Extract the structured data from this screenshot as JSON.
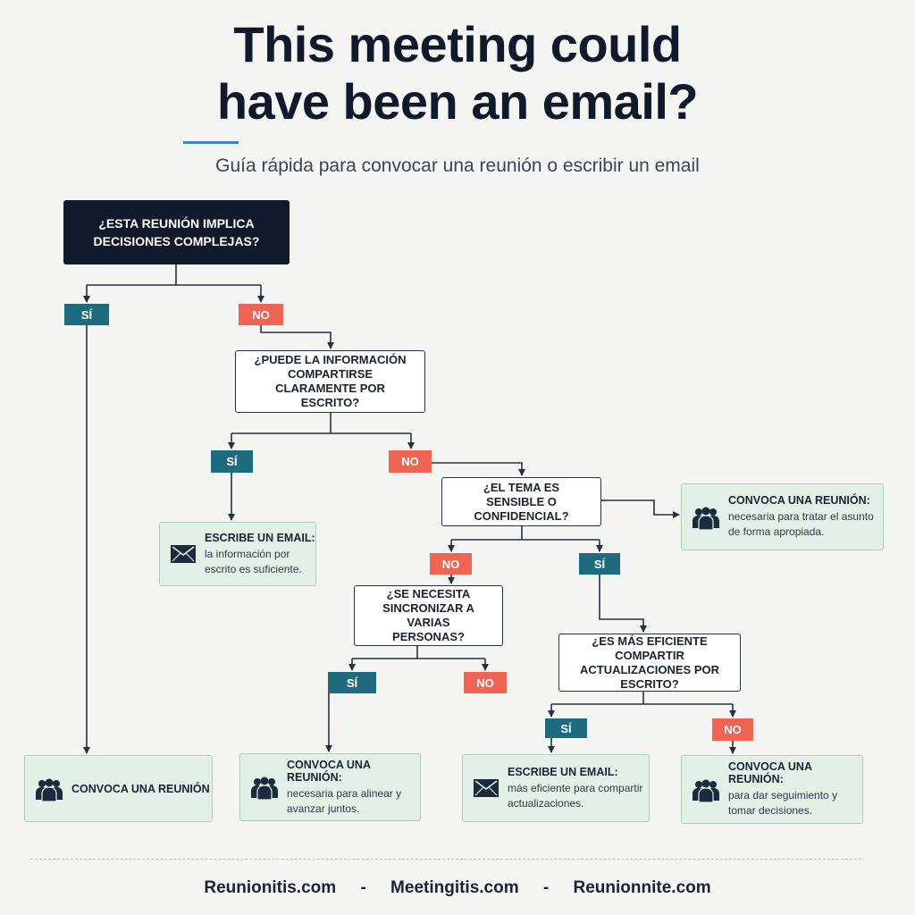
{
  "title": {
    "line1": "This meeting could",
    "line2": "have been an email?"
  },
  "subtitle": "Guía rápida para convocar una reunión o escribir un email",
  "nodes": {
    "q1": "¿ESTA REUNIÓN IMPLICA DECISIONES COMPLEJAS?",
    "q2": "¿PUEDE LA INFORMACIÓN COMPARTIRSE CLARAMENTE POR ESCRITO?",
    "q3": "¿EL TEMA ES SENSIBLE O CONFIDENCIAL?",
    "q4": "¿SE NECESITA SINCRONIZAR A VARIAS PERSONAS?",
    "q5": "¿ES MÁS EFICIENTE COMPARTIR ACTUALIZACIONES POR ESCRITO?"
  },
  "labels": {
    "yes": "SÍ",
    "no": "NO"
  },
  "results": {
    "r_sensitive": {
      "head": "CONVOCA UNA REUNIÓN:",
      "desc": "necesaria para tratar el asunto de forma apropiada.",
      "icon": "people-icon"
    },
    "r_email_written": {
      "head": "ESCRIBE UN EMAIL:",
      "desc": "la información por escrito es suficiente.",
      "icon": "envelope-icon"
    },
    "r_meeting_complex": {
      "head": "CONVOCA UNA REUNIÓN",
      "desc": "",
      "icon": "people-icon"
    },
    "r_meeting_sync": {
      "head": "CONVOCA UNA REUNIÓN:",
      "desc": "necesaria para alinear y avanzar juntos.",
      "icon": "people-icon"
    },
    "r_email_updates": {
      "head": "ESCRIBE UN EMAIL:",
      "desc": "más eficiente para compartir actualizaciones.",
      "icon": "envelope-icon"
    },
    "r_meeting_followup": {
      "head": "CONVOCA UNA REUNIÓN:",
      "desc": "para dar seguimiento y tomar decisiones.",
      "icon": "people-icon"
    }
  },
  "footer": {
    "site1": "Reunionitis.com",
    "site2": "Meetingitis.com",
    "site3": "Reunionnite.com",
    "separator": "-"
  },
  "colors": {
    "yes": "#1e6b80",
    "no": "#ef6452",
    "dark": "#111a2c",
    "result_bg": "#e3f0e8",
    "accent": "#3b82d8"
  }
}
